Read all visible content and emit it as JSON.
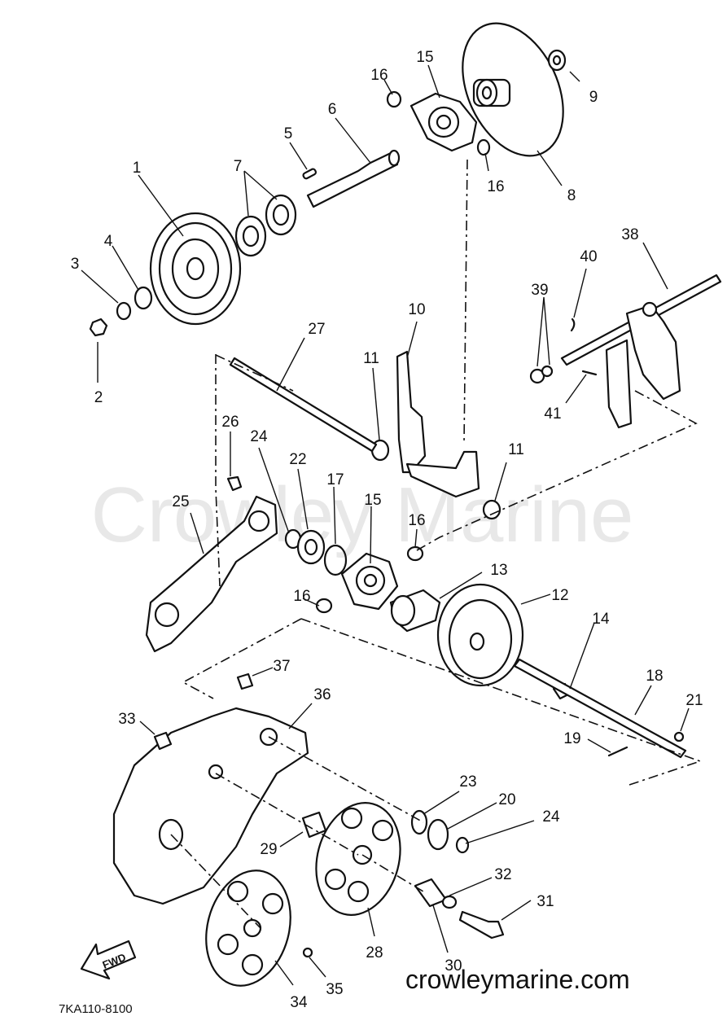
{
  "parts": [
    {
      "label": "1"
    },
    {
      "label": "2"
    },
    {
      "label": "3"
    },
    {
      "label": "4"
    },
    {
      "label": "5"
    },
    {
      "label": "6"
    },
    {
      "label": "7"
    },
    {
      "label": "8"
    },
    {
      "label": "9"
    },
    {
      "label": "10"
    },
    {
      "label": "11"
    },
    {
      "label": "11"
    },
    {
      "label": "12"
    },
    {
      "label": "13"
    },
    {
      "label": "14"
    },
    {
      "label": "15"
    },
    {
      "label": "15"
    },
    {
      "label": "16"
    },
    {
      "label": "16"
    },
    {
      "label": "16"
    },
    {
      "label": "16"
    },
    {
      "label": "17"
    },
    {
      "label": "18"
    },
    {
      "label": "19"
    },
    {
      "label": "20"
    },
    {
      "label": "21"
    },
    {
      "label": "22"
    },
    {
      "label": "23"
    },
    {
      "label": "24"
    },
    {
      "label": "24"
    },
    {
      "label": "25"
    },
    {
      "label": "26"
    },
    {
      "label": "27"
    },
    {
      "label": "28"
    },
    {
      "label": "29"
    },
    {
      "label": "30"
    },
    {
      "label": "31"
    },
    {
      "label": "32"
    },
    {
      "label": "33"
    },
    {
      "label": "34"
    },
    {
      "label": "35"
    },
    {
      "label": "36"
    },
    {
      "label": "37"
    },
    {
      "label": "38"
    },
    {
      "label": "39"
    },
    {
      "label": "40"
    },
    {
      "label": "41"
    }
  ],
  "fwd_label": "FWD",
  "diagram_code": "7KA110-8100",
  "watermark": "Crowley Marine",
  "website": "crowleymarine.com"
}
